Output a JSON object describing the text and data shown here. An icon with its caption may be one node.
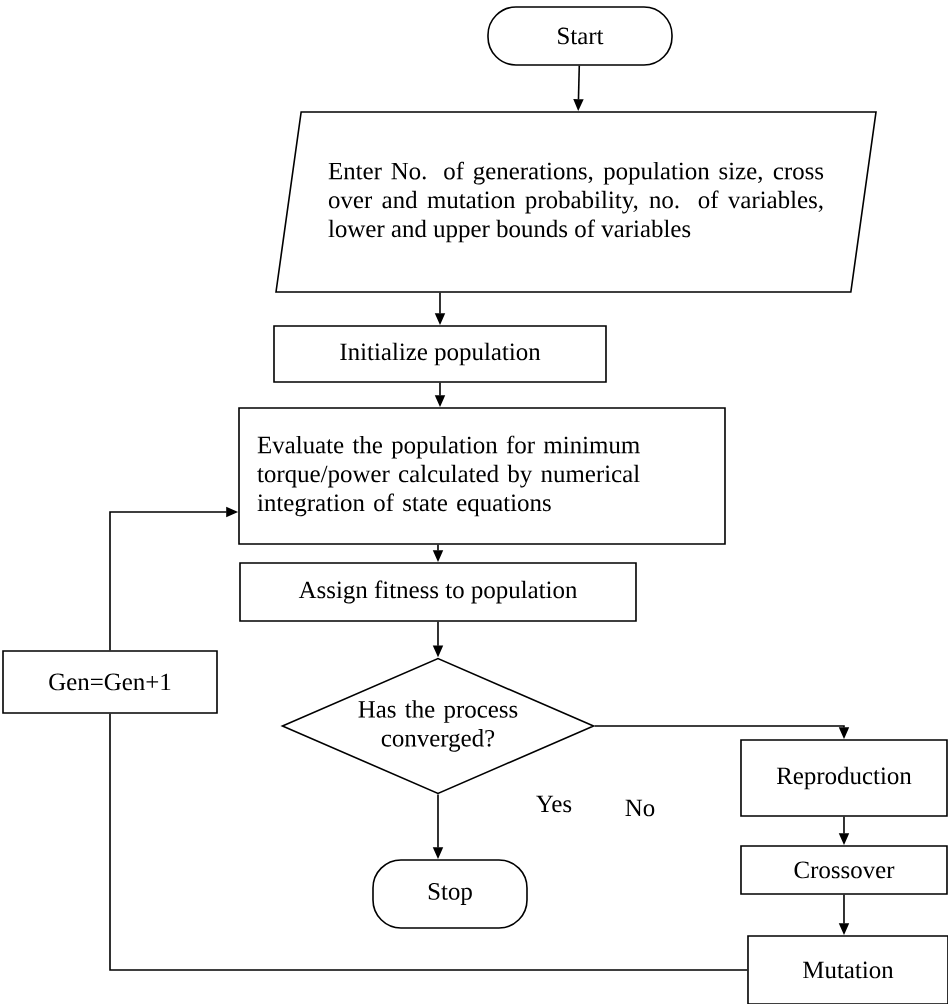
{
  "diagram": {
    "nodes": [
      {
        "text": [
          "Start"
        ]
      },
      {
        "text": [
          "Enter No. of generations, population size, cross over and mutation probability, no. of variables, lower and upper bounds of variables"
        ]
      },
      {
        "text": [
          "Initialize population"
        ]
      },
      {
        "text": [
          "Evaluate the population for minimum torque/power calculated by numerical integration of state equations"
        ]
      },
      {
        "text": [
          "Assign fitness to population"
        ]
      },
      {
        "text": [
          "Has the process converged?"
        ]
      },
      {
        "text": [
          "Gen=Gen+1"
        ]
      },
      {
        "text": [
          "Reproduction"
        ]
      },
      {
        "text": [
          "Crossover"
        ]
      },
      {
        "text": [
          "Mutation"
        ]
      },
      {
        "text": [
          "Stop"
        ]
      }
    ],
    "edges": [
      {
        "from": 0,
        "to": 1,
        "arrow": "to"
      },
      {
        "from": 1,
        "to": 2,
        "arrow": "to"
      },
      {
        "from": 2,
        "to": 3,
        "arrow": "to"
      },
      {
        "from": 3,
        "to": 4,
        "arrow": "to"
      },
      {
        "from": 4,
        "to": 5,
        "arrow": "to"
      },
      {
        "from": 5,
        "to": 10,
        "arrow": "to",
        "label": "Yes"
      },
      {
        "from": 5,
        "to": 7,
        "arrow": "to",
        "label": "No"
      },
      {
        "from": 7,
        "to": 8,
        "arrow": "to"
      },
      {
        "from": 8,
        "to": 9,
        "arrow": "to"
      },
      {
        "from": 9,
        "to": 6,
        "arrow": "none"
      },
      {
        "from": 6,
        "to": 3,
        "arrow": "to"
      }
    ]
  }
}
